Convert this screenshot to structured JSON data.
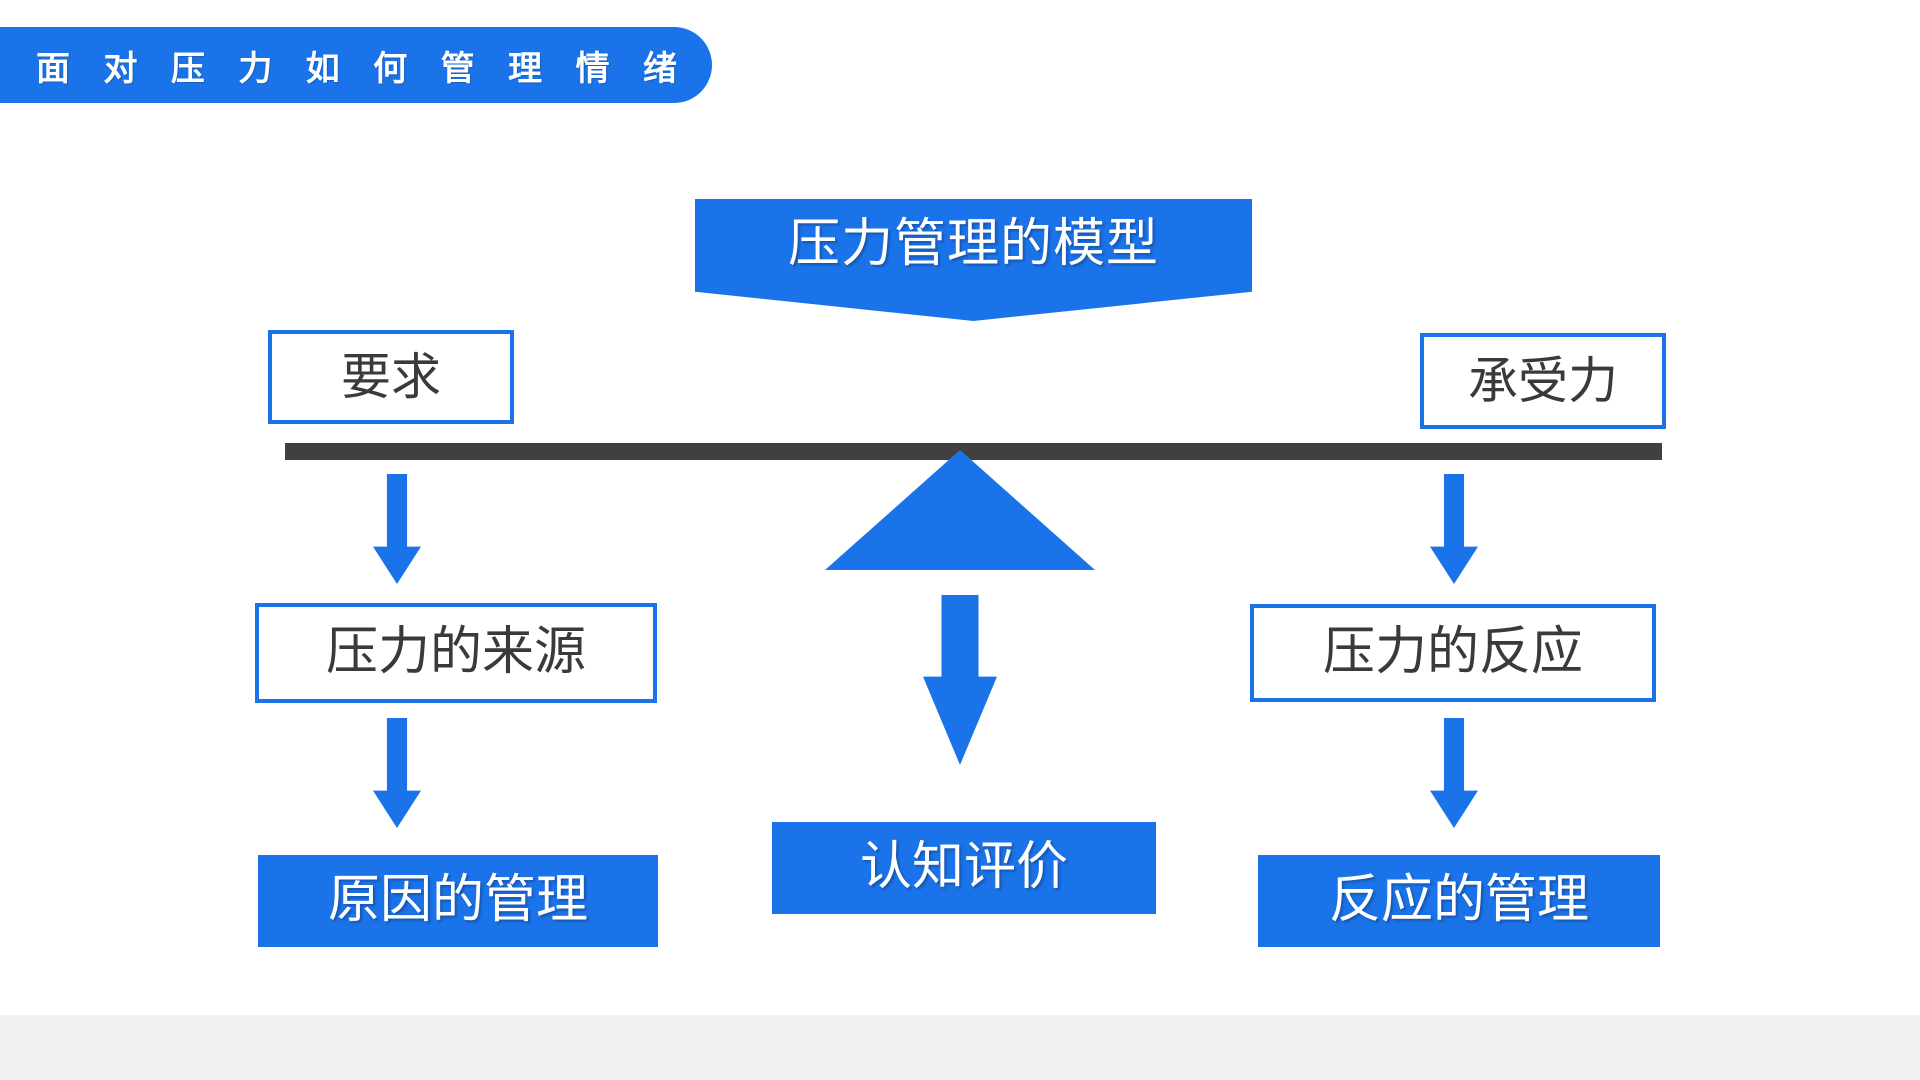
{
  "slide": {
    "title": "面 对 压 力 如 何 管 理 情 绪",
    "header_banner": "压力管理的模型",
    "colors": {
      "accent_blue": "#1a73e8",
      "beam_dark": "#404040",
      "box_text": "#3a3a3a",
      "background": "#ffffff",
      "bottom_strip": "#f1f1f1"
    },
    "scale_inputs": {
      "left": "要求",
      "right": "承受力"
    },
    "mid_row": {
      "left": "压力的来源",
      "right": "压力的反应"
    },
    "bottom_row": {
      "left": "原因的管理",
      "center": "认知评价",
      "right": "反应的管理"
    },
    "icons": {
      "fulcrum": "triangle-fulcrum-icon",
      "beam": "balance-beam-icon",
      "arrow": "arrow-down-icon"
    }
  }
}
